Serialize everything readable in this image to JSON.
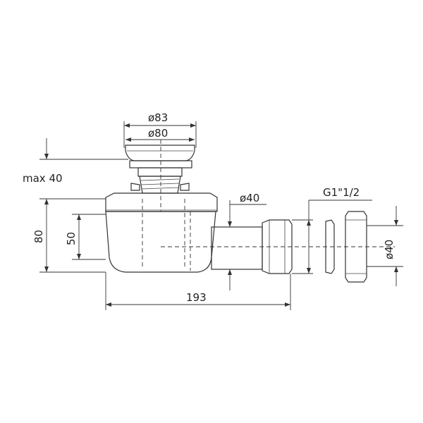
{
  "dimensions": {
    "d83": "ø83",
    "d80": "ø80",
    "max40": "max 40",
    "h80": "80",
    "h50": "50",
    "d40_pipe": "ø40",
    "g1": "G1\"1/2",
    "d40_end": "ø40",
    "w193": "193"
  },
  "colors": {
    "line": "#333333",
    "fill_light": "#ededed",
    "fill_mid": "#d9d9d9",
    "fill_dark": "#bdbdbd"
  }
}
